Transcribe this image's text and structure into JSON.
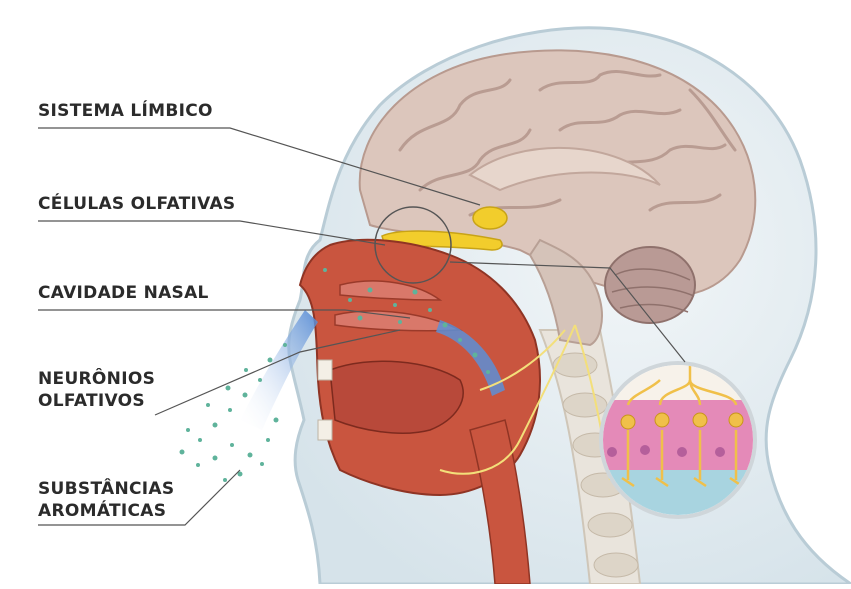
{
  "labels": {
    "limbic": "SISTEMA LÍMBICO",
    "olfactory_cells": "CÉLULAS OLFATIVAS",
    "nasal_cavity": "CAVIDADE NASAL",
    "olfactory_neurons_line1": "NEURÔNIOS",
    "olfactory_neurons_line2": "OLFATIVOS",
    "aromatic_line1": "SUBSTÂNCIAS",
    "aromatic_line2": "AROMÁTICAS"
  },
  "colors": {
    "skin": "#dfe9ee",
    "skin_outline": "#b9ccd6",
    "brain": "#d9c2b8",
    "brain_fold": "#b99c92",
    "nasal": "#c9553f",
    "olfactory_yellow": "#f2cd2c",
    "nerve": "#f3df7a",
    "particles": "#5fb39b",
    "airflow": "#5d8fd6",
    "cerebellum": "#a98a86",
    "tissue_pink": "#e48ab8"
  }
}
